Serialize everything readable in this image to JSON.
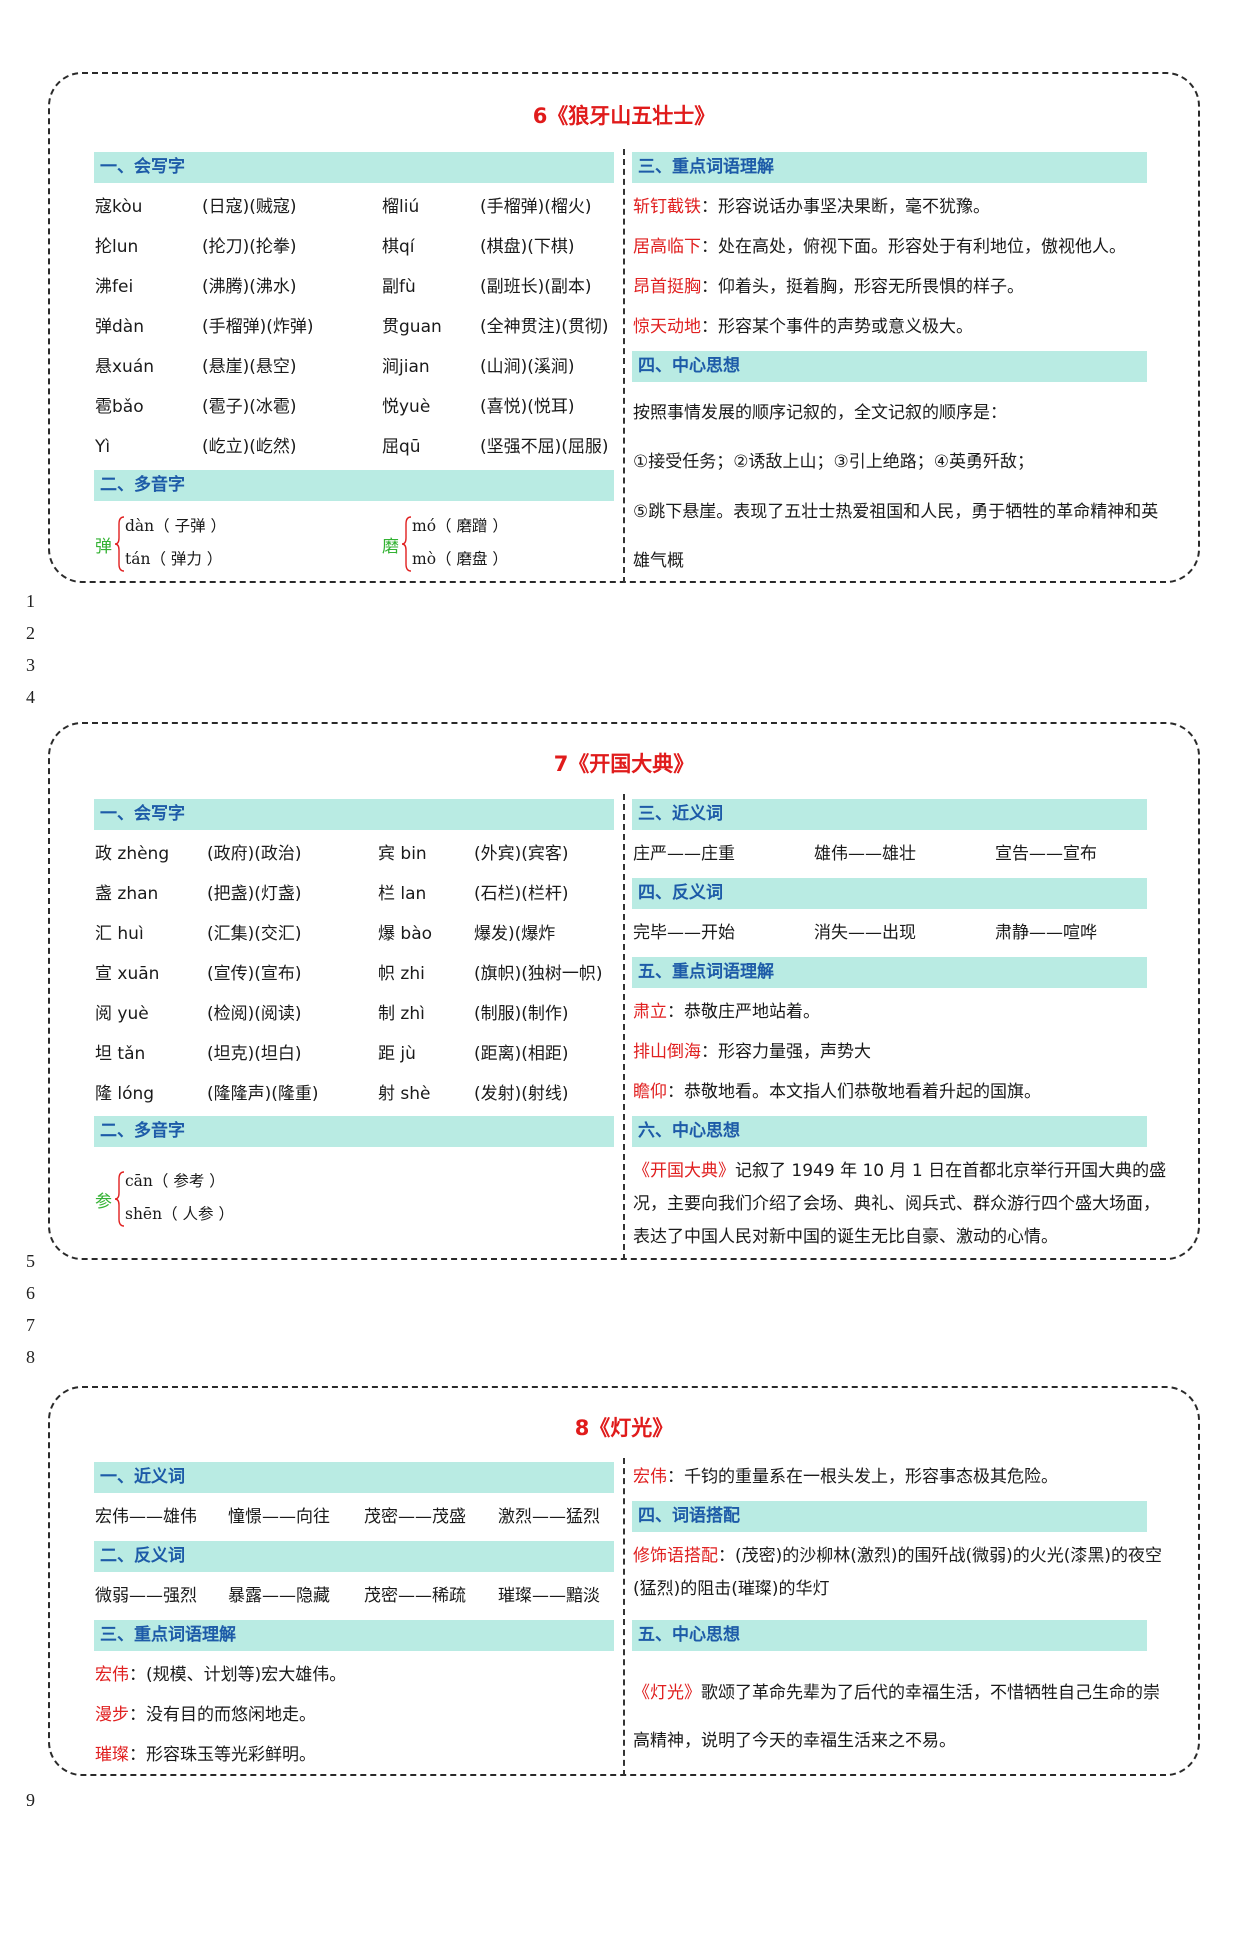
{
  "line_numbers": [
    "1",
    "2",
    "3",
    "4",
    "5",
    "6",
    "7",
    "8",
    "9"
  ],
  "lesson6": {
    "title": "6《狼牙山五壮士》",
    "write_header": "一、会写字",
    "write_rows": [
      {
        "c1": "寇kòu",
        "w1": "(日寇)(贼寇)",
        "c2": "榴liú",
        "w2": "(手榴弹)(榴火)"
      },
      {
        "c1": "抡lun",
        "w1": "(抡刀)(抡拳)",
        "c2": "棋qí",
        "w2": "(棋盘)(下棋)"
      },
      {
        "c1": "沸fei",
        "w1": "(沸腾)(沸水)",
        "c2": "副fù",
        "w2": "(副班长)(副本)"
      },
      {
        "c1": "弹dàn",
        "w1": "(手榴弹)(炸弹)",
        "c2": "贯guan",
        "w2": "(全神贯注)(贯彻)"
      },
      {
        "c1": "悬xuán",
        "w1": "(悬崖)(悬空)",
        "c2": "涧jian",
        "w2": "(山涧)(溪涧)"
      },
      {
        "c1": "雹bǎo",
        "w1": "(雹子)(冰雹)",
        "c2": "悦yuè",
        "w2": "(喜悦)(悦耳)"
      },
      {
        "c1": "Yì",
        "w1": "(屹立)(屹然)",
        "c2": "屈qū",
        "w2": "(坚强不屈)(屈服)"
      }
    ],
    "poly_header": "二、多音字",
    "poly": [
      {
        "char": "弹",
        "r1": "dàn（ 子弹 ）",
        "r2": "tán（ 弹力 ）"
      },
      {
        "char": "磨",
        "r1": "mó（ 磨蹭 ）",
        "r2": "mò（ 磨盘 ）"
      }
    ],
    "key_header": "三、重点词语理解",
    "key_terms": [
      {
        "term": "斩钉截铁",
        "def": "：形容说话办事坚决果断，毫不犹豫。"
      },
      {
        "term": "居高临下",
        "def": "：处在高处，俯视下面。形容处于有利地位，傲视他人。"
      },
      {
        "term": "昂首挺胸",
        "def": "：仰着头，挺着胸，形容无所畏惧的样子。"
      },
      {
        "term": "惊天动地",
        "def": "：形容某个事件的声势或意义极大。"
      }
    ],
    "idea_header": "四、中心思想",
    "idea_lines": [
      "按照事情发展的顺序记叙的，全文记叙的顺序是：",
      "①接受任务；②诱敌上山；③引上绝路；④英勇歼敌；",
      "⑤跳下悬崖。表现了五壮士热爱祖国和人民，勇于牺牲的革命精神和英",
      "雄气概"
    ]
  },
  "lesson7": {
    "title": "7《开国大典》",
    "write_header": "一、会写字",
    "write_rows": [
      {
        "c1": "政 zhèng",
        "w1": "(政府)(政治)",
        "c2": "宾 bin",
        "w2": "(外宾)(宾客)"
      },
      {
        "c1": "盏 zhan",
        "w1": "(把盏)(灯盏)",
        "c2": "栏 lan",
        "w2": "(石栏)(栏杆)"
      },
      {
        "c1": "汇 huì",
        "w1": "(汇集)(交汇)",
        "c2": "爆 bào",
        "w2": "爆发)(爆炸"
      },
      {
        "c1": "宣 xuān",
        "w1": "(宣传)(宣布)",
        "c2": "帜 zhi",
        "w2": "(旗帜)(独树一帜)"
      },
      {
        "c1": "阅 yuè",
        "w1": "(检阅)(阅读)",
        "c2": "制 zhì",
        "w2": "(制服)(制作)"
      },
      {
        "c1": "坦 tǎn",
        "w1": "(坦克)(坦白)",
        "c2": "距 jù",
        "w2": "(距离)(相距)"
      },
      {
        "c1": "隆 lóng",
        "w1": "(隆隆声)(隆重)",
        "c2": "射 shè",
        "w2": "(发射)(射线)"
      }
    ],
    "poly_header": "二、多音字",
    "poly": [
      {
        "char": "参",
        "r1": "cān（ 参考 ）",
        "r2": "shēn（ 人参 ）"
      }
    ],
    "syn_header": "三、近义词",
    "synonyms": [
      "庄严——庄重",
      "雄伟——雄壮",
      "宣告——宣布"
    ],
    "ant_header": "四、反义词",
    "antonyms": [
      "完毕——开始",
      "消失——出现",
      "肃静——喧哗"
    ],
    "key_header": "五、重点词语理解",
    "key_terms": [
      {
        "term": "肃立",
        "def": "：恭敬庄严地站着。"
      },
      {
        "term": "排山倒海",
        "def": "：形容力量强，声势大"
      },
      {
        "term": "瞻仰",
        "def": "：恭敬地看。本文指人们恭敬地看着升起的国旗。"
      }
    ],
    "idea_header": "六、中心思想",
    "idea_title": "《开国大典》",
    "idea_lines": [
      "记叙了 1949 年 10 月 1 日在首都北京举行开国大典的盛",
      "况，主要向我们介绍了会场、典礼、阅兵式、群众游行四个盛大场面，",
      "表达了中国人民对新中国的诞生无比自豪、激动的心情。"
    ]
  },
  "lesson8": {
    "title": "8《灯光》",
    "syn_header": "一、近义词",
    "synonyms": [
      "宏伟——雄伟",
      "憧憬——向往",
      "茂密——茂盛",
      "激烈——猛烈"
    ],
    "ant_header": "二、反义词",
    "antonyms": [
      "微弱——强烈",
      "暴露——隐藏",
      "茂密——稀疏",
      "璀璨——黯淡"
    ],
    "key_header": "三、重点词语理解",
    "key_terms": [
      {
        "term": "宏伟",
        "def": "：(规模、计划等)宏大雄伟。"
      },
      {
        "term": "漫步",
        "def": "：没有目的而悠闲地走。"
      },
      {
        "term": "璀璨",
        "def": "：形容珠玉等光彩鲜明。"
      }
    ],
    "right_top": {
      "term": "宏伟",
      "def": "：千钧的重量系在一根头发上，形容事态极其危险。"
    },
    "match_header": "四、词语搭配",
    "match_term": "修饰语搭配",
    "match_lines": [
      "：(茂密)的沙柳林(激烈)的围歼战(微弱)的火光(漆黑)的夜空",
      "(猛烈)的阻击(璀璨)的华灯"
    ],
    "idea_header": "五、中心思想",
    "idea_title": "《灯光》",
    "idea_lines": [
      "歌颂了革命先辈为了后代的幸福生活，不惜牺牲自己生命的崇",
      "高精神，说明了今天的幸福生活来之不易。"
    ]
  }
}
